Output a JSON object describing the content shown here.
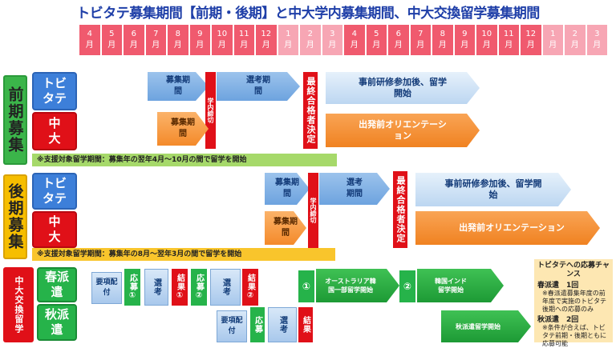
{
  "title": "トビタテ募集期間【前期・後期】と中大学内募集期間、中大交換留学募集期間",
  "months": [
    "4",
    "5",
    "6",
    "7",
    "8",
    "9",
    "10",
    "11",
    "12",
    "1",
    "2",
    "3",
    "4",
    "5",
    "6",
    "7",
    "8",
    "9",
    "10",
    "11",
    "12",
    "1",
    "2",
    "3"
  ],
  "month_unit": "月",
  "front": {
    "band": "前期募集",
    "tobitate": "トビタテ",
    "chudai": "中大",
    "recruit": "募集期間",
    "school_deadline": "学内締切",
    "screening": "選考期間",
    "final": "最終合格者決定",
    "pre_training": "事前研修参加後、留学開始",
    "cu_recruit": "募集期間",
    "departure": "出発前オリエンテーション",
    "note": "※支援対象留学期間：募集年の翌年4月～10月の間で留学を開始"
  },
  "back": {
    "band": "後期募集",
    "tobitate": "トビタテ",
    "chudai": "中大",
    "recruit": "募集期間",
    "school_deadline": "学内締切",
    "screening": "選考期間",
    "final": "最終合格者決定",
    "pre_training": "事前研修参加後、留学開始",
    "cu_recruit": "募集期間",
    "departure": "出発前オリエンテーション",
    "note": "※支援対象留学期間：募集年の8月～翌年3月の間で留学を開始"
  },
  "exchange": {
    "band": "中大交換留学",
    "spring": "春派遣",
    "autumn": "秋派遣",
    "guide": "要項配付",
    "apply1": "応募①",
    "select": "選考",
    "result1": "結果①",
    "apply2": "応募②",
    "result2": "結果②",
    "apply": "応募",
    "result": "結果",
    "circle1": "①",
    "circle2": "②",
    "au_label": "オーストラリア韓国一部留学開始",
    "kr_label": "韓国インド留学開始",
    "autumn_start": "秋派遣留学開始"
  },
  "info": {
    "heading": "トビタテへの応募チャンス",
    "spring_title": "春派遣　1回",
    "spring_note": "※春派遣募集年度の前年度で実施のトビタテ後期への応募のみ",
    "autumn_title": "秋派遣　2回",
    "autumn_note": "※条件が合えば、トビタテ前期・後期ともに応募可能"
  },
  "colors": {
    "title": "#1f3fa8",
    "month": "#f05a6e",
    "month_pale": "#f7a6b4",
    "front_band": "#3bb54a",
    "back_band": "#f6be00",
    "exchange_band": "#e01018",
    "tobitate": "#3d7fd9",
    "chudai": "#e01018",
    "note_front": "#a6d96a",
    "note_back": "#f9c52c"
  }
}
